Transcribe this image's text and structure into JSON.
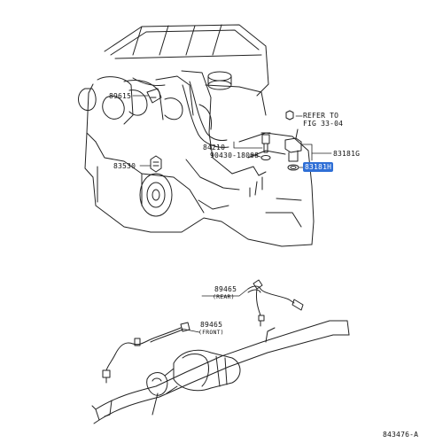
{
  "colors": {
    "highlight": "#2f6fd6",
    "line": "#222222",
    "paper": "#ffffff"
  },
  "labels": {
    "p89615": "89615",
    "p84210": "84210",
    "p90430": "90430-18008",
    "p83530": "83530",
    "refer_line1": "REFER TO",
    "refer_line2": "FIG 33-04",
    "p83181G": "83181G",
    "p83181H": "83181H",
    "p89465_rear": "89465",
    "rear": "(REAR)",
    "p89465_front": "89465",
    "front": "(FRONT)",
    "diagram_id": "843476-A"
  }
}
